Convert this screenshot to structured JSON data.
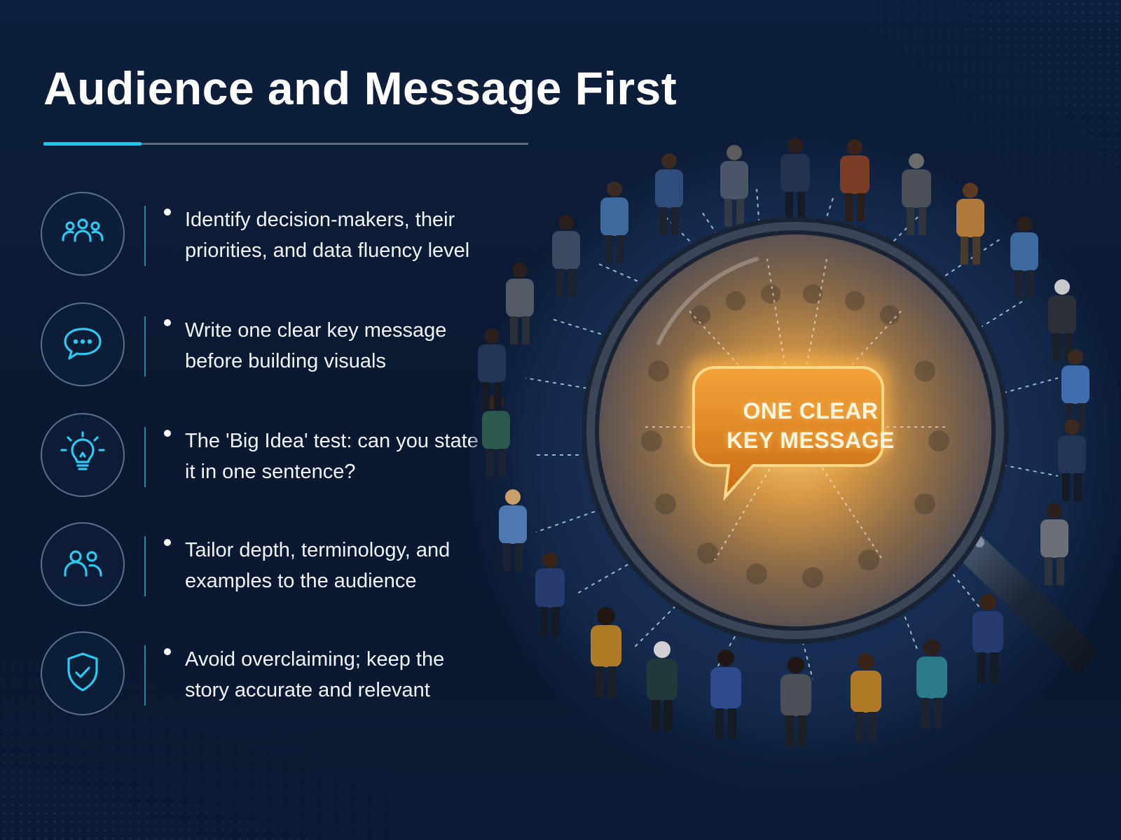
{
  "slide": {
    "title": "Audience and Message First",
    "accent_color": "#22c5ee",
    "background_color": "#0b1a33",
    "items": [
      {
        "icon": "people-group-icon",
        "text": "Identify decision-makers, their priorities, and data fluency level"
      },
      {
        "icon": "chat-bubble-icon",
        "text": "Write one clear key message before building visuals"
      },
      {
        "icon": "lightbulb-icon",
        "text": "The 'Big Idea' test: can you state it in one sentence?"
      },
      {
        "icon": "two-people-icon",
        "text": "Tailor depth, terminology, and examples to the audience"
      },
      {
        "icon": "shield-check-icon",
        "text": "Avoid overclaiming; keep the story accurate and relevant"
      }
    ]
  },
  "illustration": {
    "message_line1": "ONE CLEAR",
    "message_line2": "KEY MESSAGE",
    "highlight_color": "#f29a2e"
  }
}
